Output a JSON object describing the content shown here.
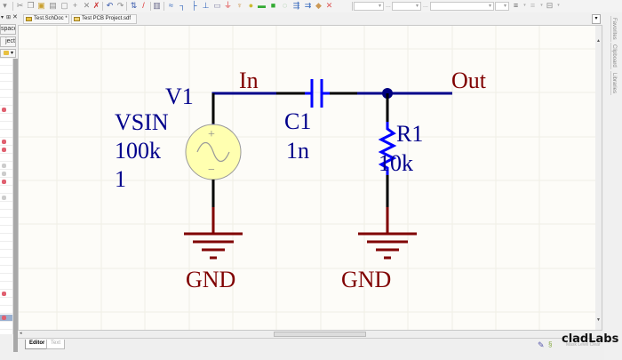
{
  "toolbar": {
    "icons": [
      "dropdown-icon",
      "cut-icon",
      "copy-icon",
      "paste-icon",
      "paste-array-icon",
      "select-rect-icon",
      "move-icon",
      "deselect-icon",
      "clear-filter-icon",
      "undo-icon",
      "redo-icon",
      "cross-probe-icon",
      "highlight-icon",
      "browse-icon",
      "wire-icon",
      "bus-icon",
      "bus-entry-icon",
      "net-label-icon",
      "power-port-icon",
      "gnd-port-icon",
      "part-icon",
      "sheet-symbol-icon",
      "sheet-entry-icon",
      "port-icon",
      "directive-icon",
      "harness-icon",
      "signal-harness-icon",
      "no-erc-icon"
    ],
    "combos": [
      "",
      "",
      "",
      ""
    ],
    "separator_text": "..."
  },
  "left_panel": {
    "buttons": [
      "space",
      "ject"
    ],
    "rows": 34
  },
  "document_tabs": [
    {
      "label": "Test.SchDoc *",
      "active": true
    },
    {
      "label": "Test PCB Project.sdf",
      "active": false
    }
  ],
  "schematic": {
    "colors": {
      "wire": "#00008b",
      "pin": "#000000",
      "component": "#0000ff",
      "netlabel": "#800000",
      "power": "#800000",
      "source_fill": "#ffffb0",
      "junction": "#000080"
    },
    "source": {
      "designator": "V1",
      "type": "VSIN",
      "frequency": "100k",
      "amplitude": "1",
      "plus_sign": "+",
      "minus_sign": "−"
    },
    "capacitor": {
      "designator": "C1",
      "value": "1n"
    },
    "resistor": {
      "designator": "R1",
      "value": "10k"
    },
    "net_labels": {
      "input": "In",
      "output": "Out"
    },
    "ground_labels": [
      "GND",
      "GND"
    ]
  },
  "right_panel": {
    "tabs": [
      "Favorites",
      "Clipboard",
      "Libraries"
    ]
  },
  "bottom_tabs": [
    {
      "label": "Editor",
      "active": true
    },
    {
      "label": "Text",
      "active": false
    }
  ],
  "status": {
    "text": "Mask Level  Clear"
  },
  "watermark": "cladLabs"
}
